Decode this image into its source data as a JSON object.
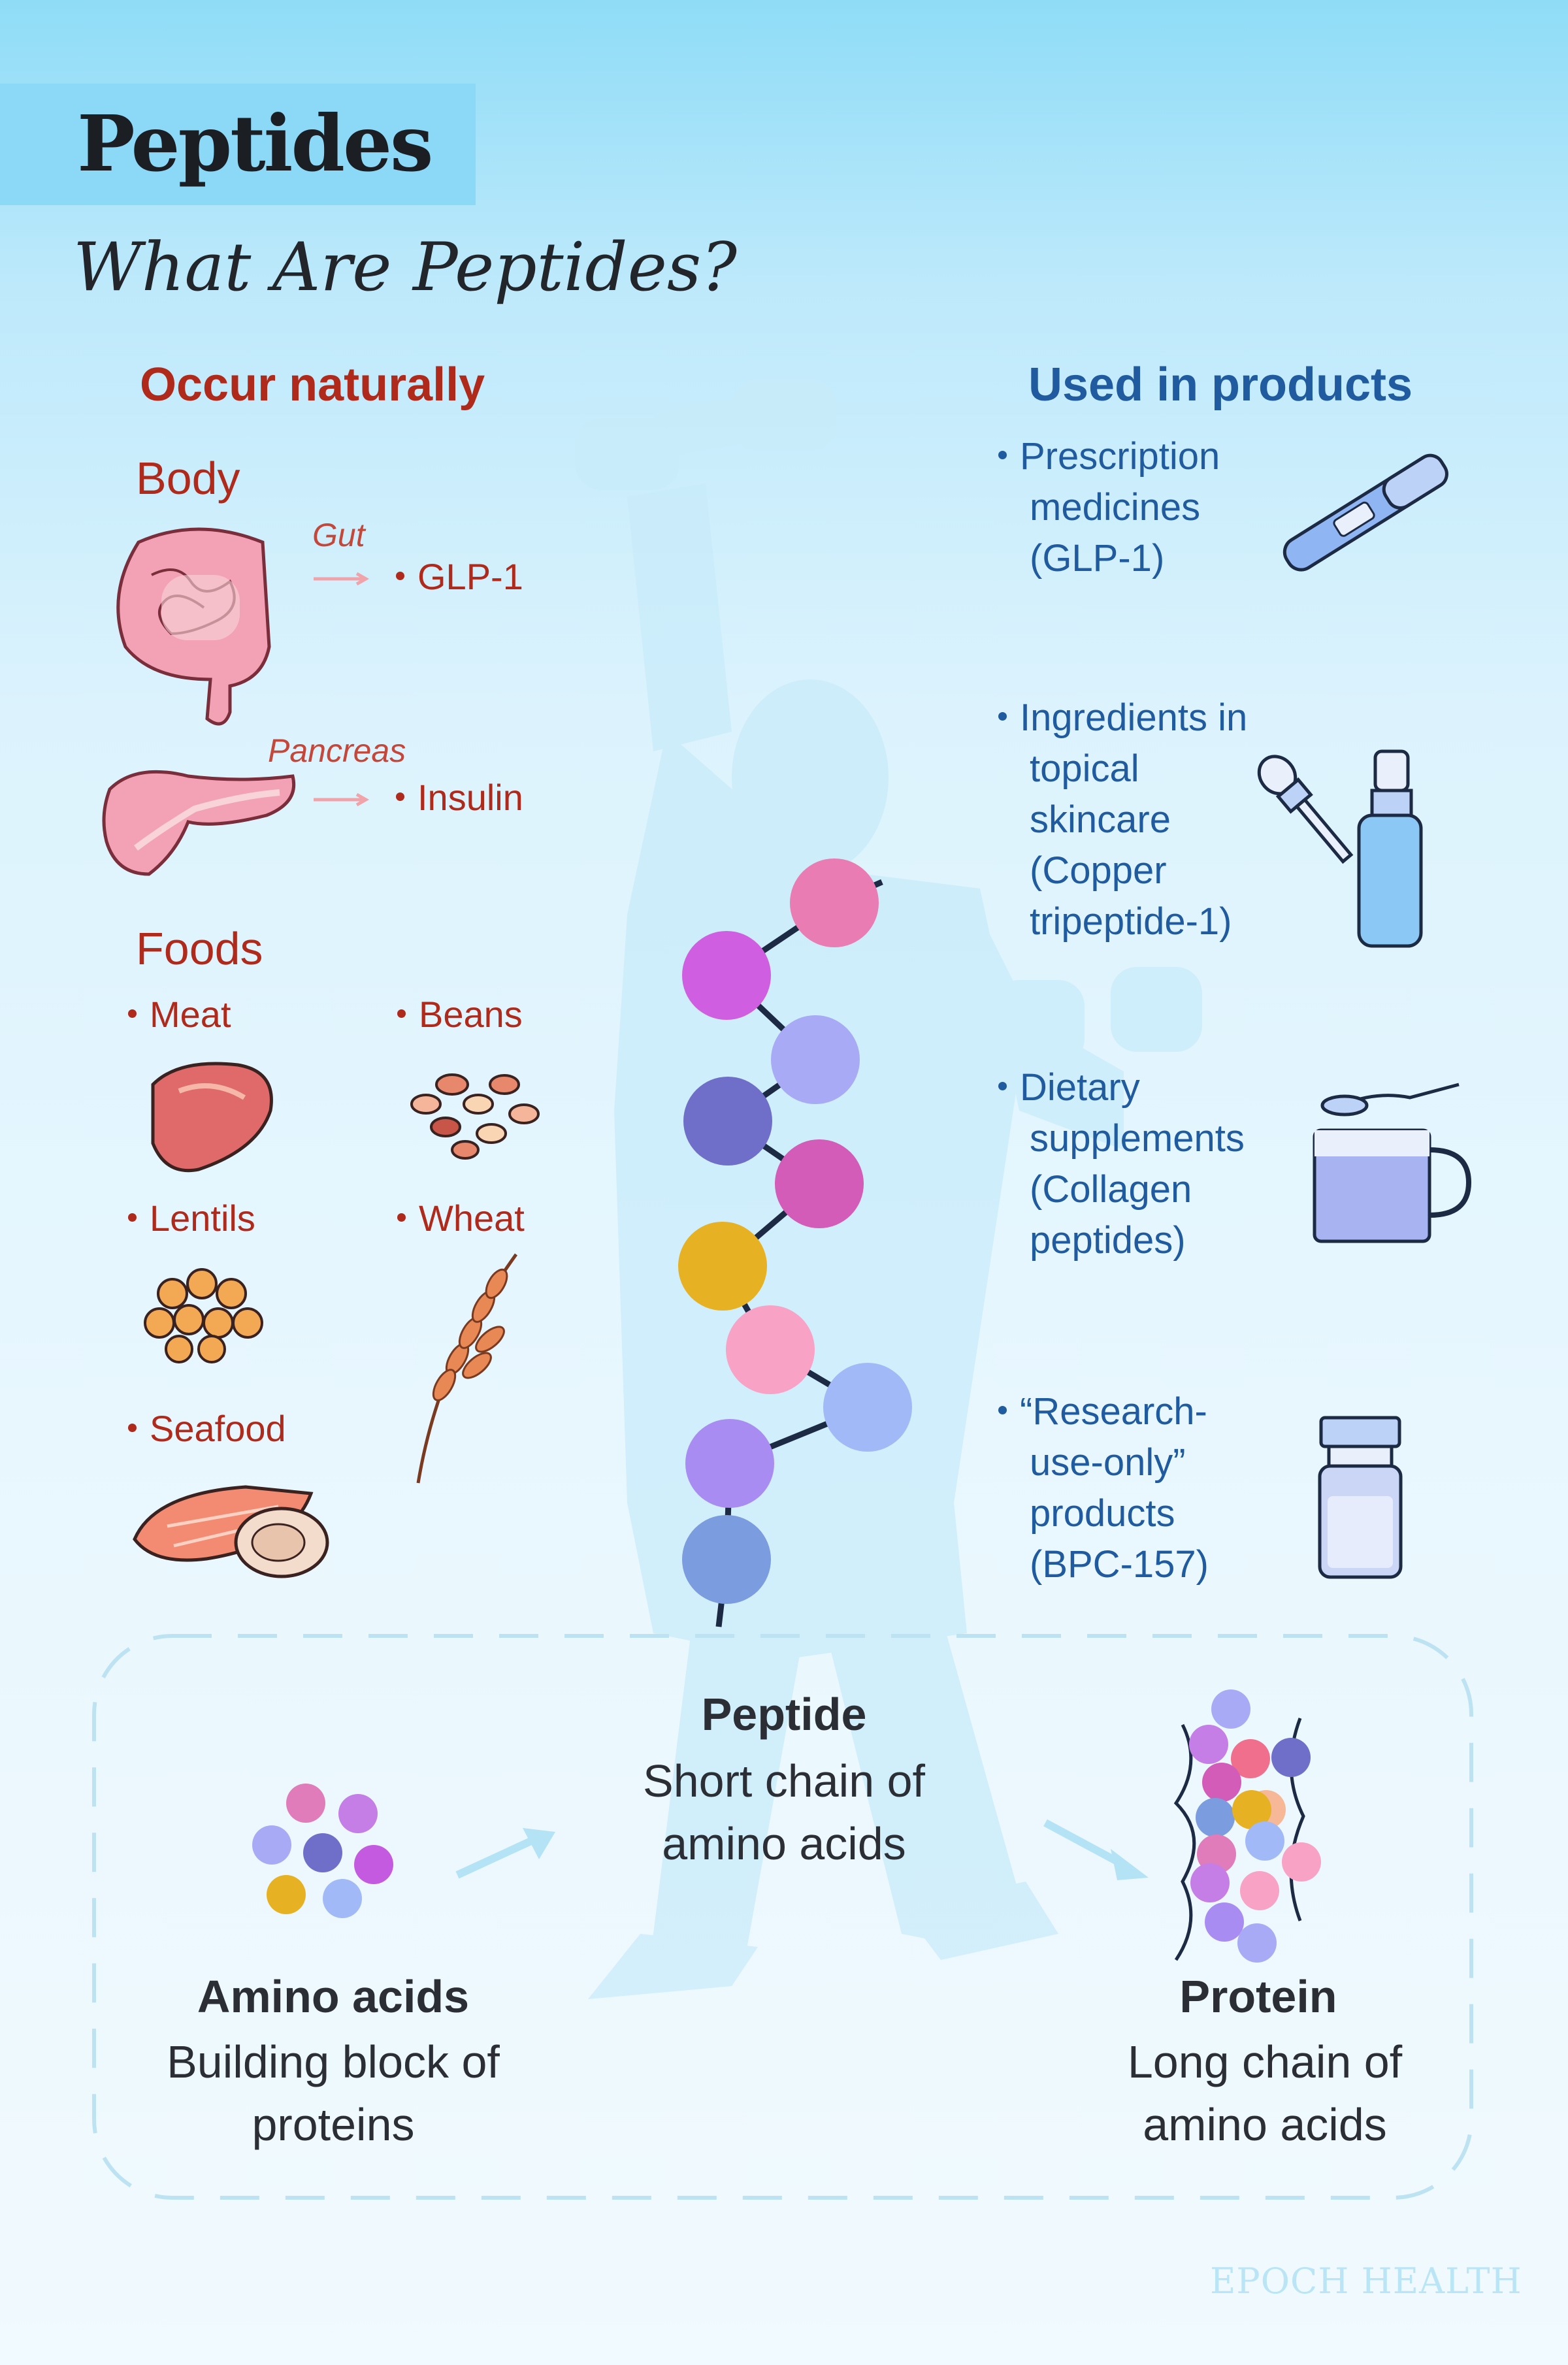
{
  "title": "Peptides",
  "subtitle": "What Are Peptides?",
  "brand": "EPOCH HEALTH",
  "occur": {
    "heading": "Occur naturally",
    "body_heading": "Body",
    "gut_label": "Gut",
    "glp1": "GLP-1",
    "pancreas_label": "Pancreas",
    "insulin": "Insulin",
    "foods_heading": "Foods",
    "foods": [
      "Meat",
      "Beans",
      "Lentils",
      "Wheat",
      "Seafood"
    ]
  },
  "used": {
    "heading": "Used in products",
    "items": [
      {
        "lines": [
          "Prescription",
          "medicines",
          "(GLP-1)"
        ],
        "icon": "injection-pen-icon"
      },
      {
        "lines": [
          "Ingredients in",
          "topical",
          "skincare",
          "(Copper",
          "tripeptide-1)"
        ],
        "icon": "dropper-bottle-icon"
      },
      {
        "lines": [
          "Dietary",
          "supplements",
          "(Collagen",
          "peptides)"
        ],
        "icon": "mug-spoon-icon"
      },
      {
        "lines": [
          "“Research-",
          "use-only”",
          "products",
          "(BPC-157)"
        ],
        "icon": "vial-icon"
      }
    ]
  },
  "chain_colors": [
    "#ea7cb4",
    "#cf5fe0",
    "#a9aaf5",
    "#6f6fc9",
    "#d25cb8",
    "#e6b224",
    "#f8a2c6",
    "#a1b9f6",
    "#a98cf2",
    "#7b9cde"
  ],
  "bottom": {
    "amino": {
      "title": "Amino acids",
      "desc1": "Building block of",
      "desc2": "proteins"
    },
    "peptide": {
      "title": "Peptide",
      "desc1": "Short chain of",
      "desc2": "amino acids"
    },
    "protein": {
      "title": "Protein",
      "desc1": "Long chain of",
      "desc2": "amino acids"
    }
  },
  "colors": {
    "red": "#b02a1c",
    "blue": "#1f5b9e",
    "dark": "#2b2f35",
    "band": "#8cd8f7"
  }
}
